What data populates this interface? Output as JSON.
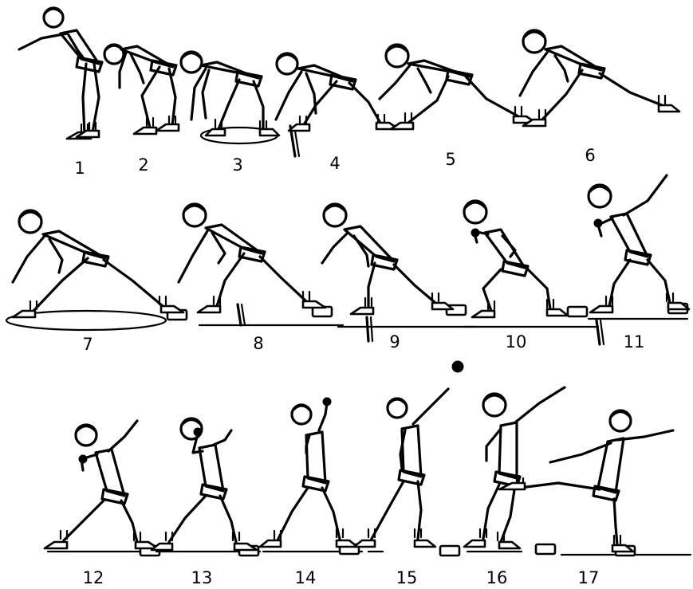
{
  "figures": [
    {
      "label": "1"
    },
    {
      "label": "2"
    },
    {
      "label": "3"
    },
    {
      "label": "4"
    },
    {
      "label": "5"
    },
    {
      "label": "6"
    },
    {
      "label": "7"
    },
    {
      "label": "8"
    },
    {
      "label": "9"
    },
    {
      "label": "10"
    },
    {
      "label": "11"
    },
    {
      "label": "12"
    },
    {
      "label": "13"
    },
    {
      "label": "14"
    },
    {
      "label": "15"
    },
    {
      "label": "16"
    },
    {
      "label": "17"
    }
  ],
  "colors": {
    "ink": "#000000",
    "background": "#ffffff"
  }
}
